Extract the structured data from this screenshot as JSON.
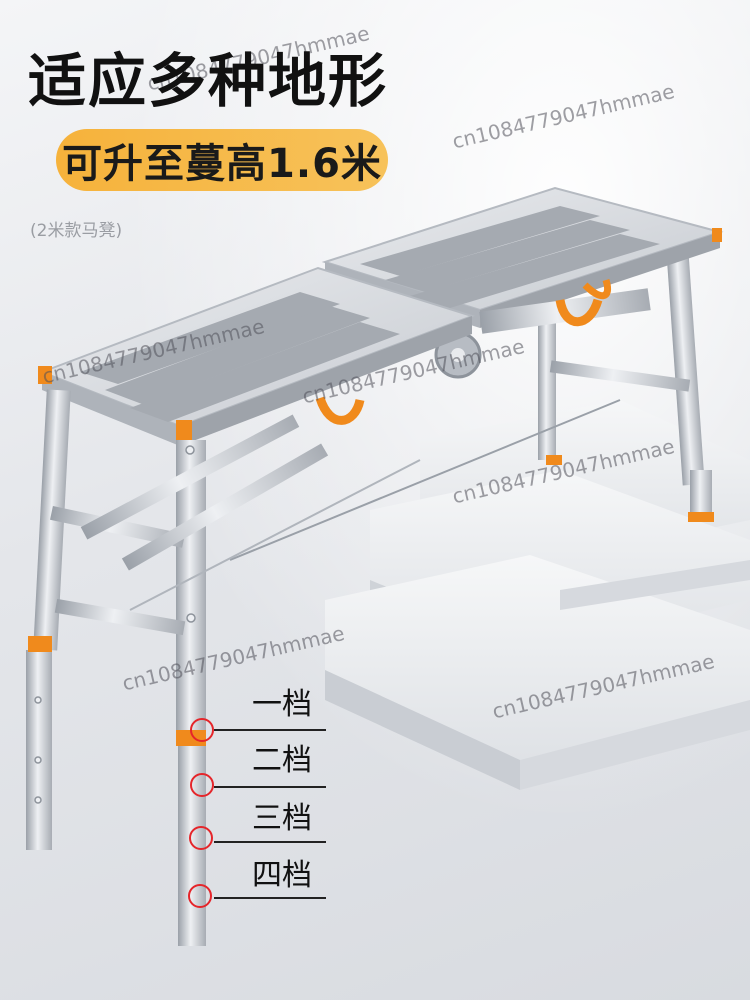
{
  "product": {
    "headline": "适应多种地形",
    "height_badge": "可升至蔓高1.6米",
    "model_note": "(2米款马凳)"
  },
  "height_levels": [
    "一档",
    "二档",
    "三档",
    "四档"
  ],
  "watermark_text": "cn1084779047hmmae",
  "colors": {
    "badge": "#f6b23b",
    "accent_orange": "#f08a1c",
    "marker_ring": "#e5252a",
    "frame_silver": "#c9cdd3"
  }
}
